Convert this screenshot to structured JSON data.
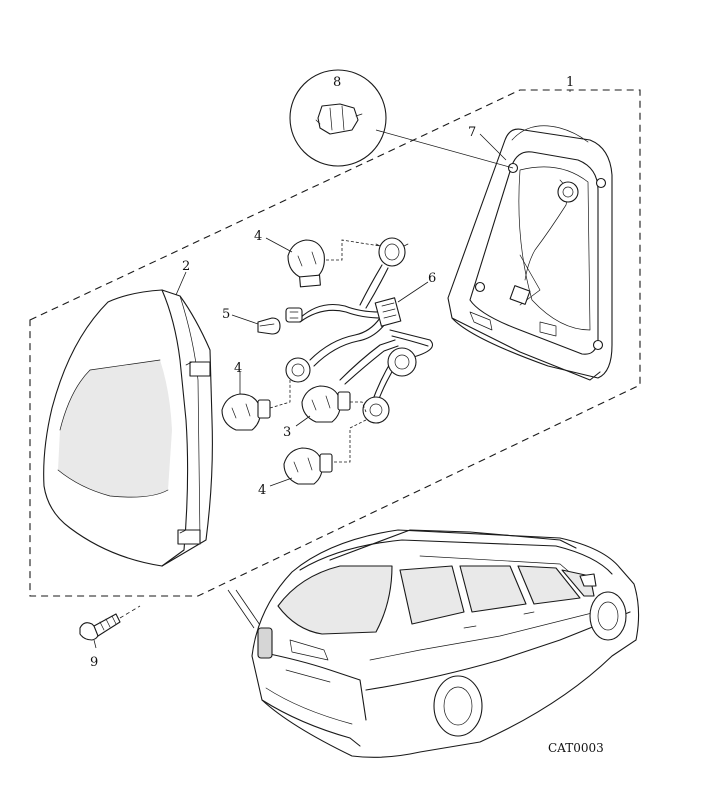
{
  "diagram": {
    "callouts": [
      "1",
      "2",
      "3",
      "4",
      "4",
      "4",
      "5",
      "6",
      "7",
      "8",
      "9"
    ],
    "catalogue_ref": "CAT0003"
  },
  "colors": {
    "line": "#1a1a1a",
    "background": "#ffffff",
    "shade": "#e9e9e9"
  },
  "icons": [
    "tail-lamp-lens",
    "lamp-body",
    "bulb",
    "wiring-harness",
    "screw",
    "bulb-holder-clip",
    "estate-car"
  ]
}
